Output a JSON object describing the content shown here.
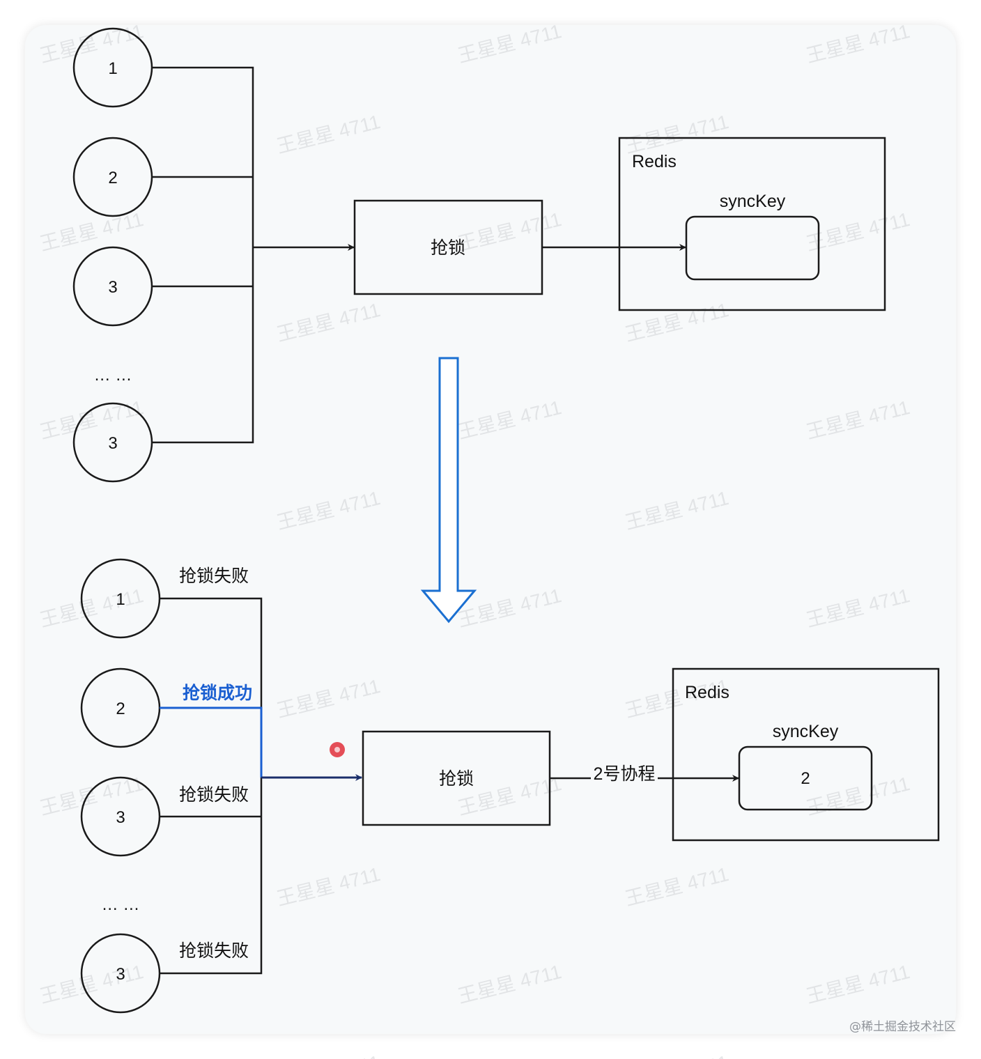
{
  "watermark": "王星星 4711",
  "top": {
    "nodes": [
      "1",
      "2",
      "3",
      "3"
    ],
    "ellipsis": "… …",
    "lock_box": "抢锁",
    "redis": {
      "title": "Redis",
      "key_label": "syncKey",
      "key_value": ""
    }
  },
  "bottom": {
    "nodes": [
      "1",
      "2",
      "3",
      "3"
    ],
    "ellipsis": "… …",
    "edge_labels": [
      "抢锁失败",
      "抢锁成功",
      "抢锁失败",
      "抢锁失败"
    ],
    "lock_box": "抢锁",
    "arrow_label": "2号协程",
    "redis": {
      "title": "Redis",
      "key_label": "syncKey",
      "key_value": "2"
    }
  },
  "footer": "@稀土掘金技术社区",
  "colors": {
    "line": "#1a1a1a",
    "highlight": "#1a5fd1",
    "transition_arrow": "#1a6fd1",
    "marker": "#e0303a"
  }
}
